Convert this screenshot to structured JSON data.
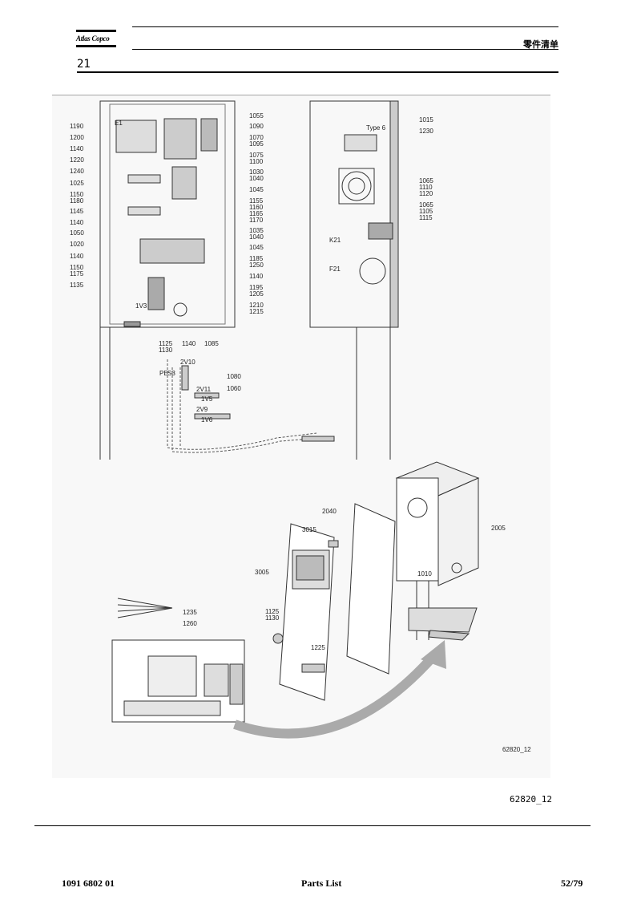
{
  "header": {
    "brand": "Atlas Copco",
    "page_label": "零件清单",
    "section_number": "21"
  },
  "drawing": {
    "labels_left_panel": [
      "1190",
      "1200",
      "1140",
      "1220",
      "1240",
      "1025",
      "1150",
      "1180",
      "1145",
      "1140",
      "1050",
      "1020",
      "1140",
      "1150",
      "1175",
      "1135"
    ],
    "labels_center": [
      "1055",
      "1090",
      "1070",
      "1095",
      "1075",
      "1100",
      "1030",
      "1040",
      "1045",
      "1155",
      "1160",
      "1165",
      "1170",
      "1035",
      "1040",
      "1045",
      "1185",
      "1250",
      "1140",
      "1195",
      "1205",
      "1210",
      "1215"
    ],
    "labels_bottom": [
      "1125",
      "1130",
      "1140",
      "1085",
      "1080",
      "1060"
    ],
    "labels_right_panel": [
      "1015",
      "1230",
      "1065",
      "1110",
      "1120",
      "1065",
      "1105",
      "1115"
    ],
    "labels_exploded": [
      "2040",
      "3015",
      "3005",
      "2005",
      "1010",
      "1125",
      "1130",
      "1225",
      "1235",
      "1260"
    ],
    "small_marks": [
      "Type 6",
      "E1",
      "S3",
      "PE",
      "2V10",
      "2V11",
      "2V9",
      "1V5",
      "1V6",
      "1V3",
      "K21",
      "F21"
    ],
    "figure_code_inner": "62820_12"
  },
  "figure_code": "62820_12",
  "footer": {
    "doc_number": "1091 6802 01",
    "title": "Parts List",
    "page": "52/79"
  }
}
